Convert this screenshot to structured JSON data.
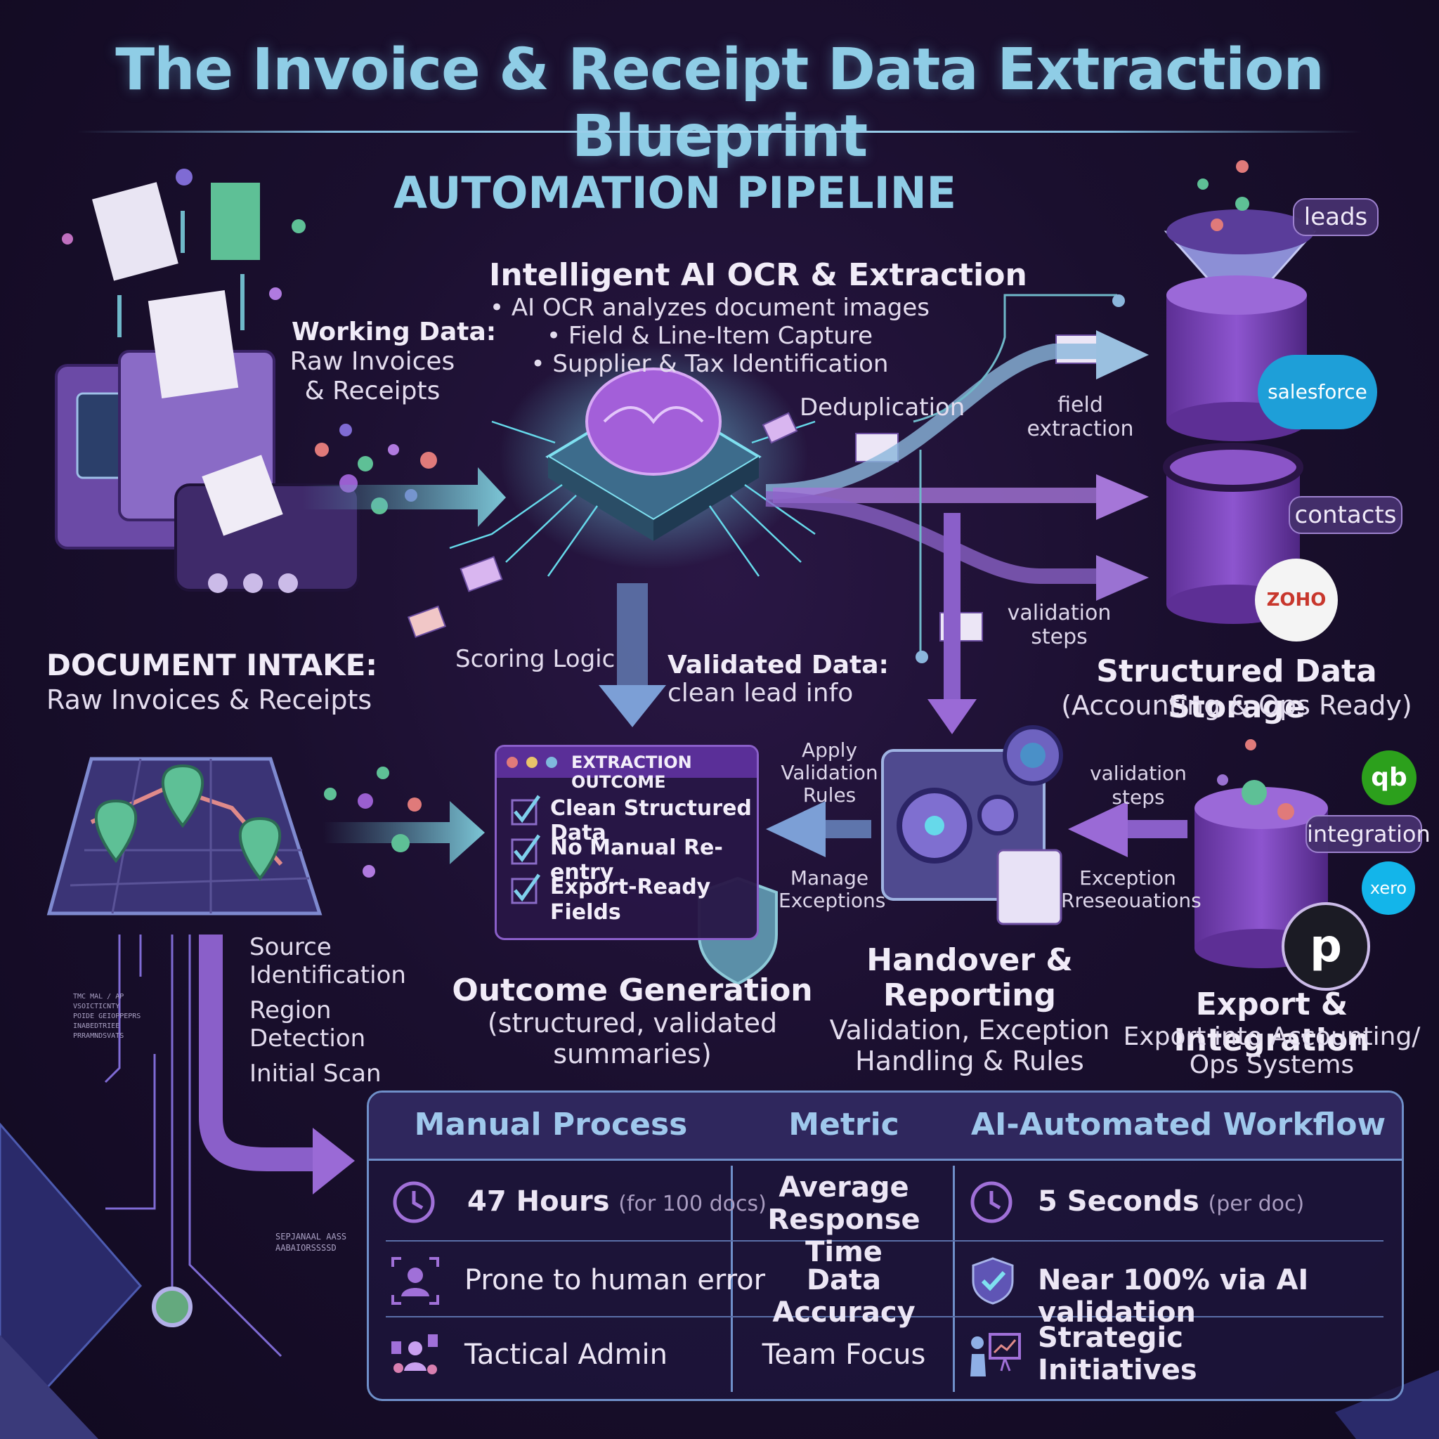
{
  "title": "The Invoice & Receipt Data Extraction Blueprint",
  "subtitle": "AUTOMATION PIPELINE",
  "intake": {
    "working_title": "Working Data:",
    "working_lines": [
      "Raw Invoices",
      "& Receipts"
    ],
    "doc_title": "DOCUMENT INTAKE:",
    "doc_sub": "Raw Invoices & Receipts",
    "steps": [
      "Source",
      "Identification",
      "Region",
      "Detection",
      "Initial Scan"
    ]
  },
  "ocr": {
    "title": "Intelligent AI OCR & Extraction",
    "bullets": [
      "• AI OCR analyzes document images",
      "• Field & Line-Item Capture",
      "• Supplier & Tax Identification"
    ],
    "dedup": "Deduplication",
    "scoring": "Scoring Logic",
    "validated_title": "Validated Data:",
    "validated_sub": "clean lead info"
  },
  "branches": {
    "field_extraction": [
      "field",
      "extraction"
    ],
    "validation_steps": [
      "validation",
      "steps"
    ]
  },
  "storage": {
    "title": "Structured Data Storage",
    "sub": "(Accounting & Ops Ready)",
    "tags": [
      "leads",
      "contacts"
    ],
    "logos": [
      "salesforce",
      "ZOHO"
    ]
  },
  "outcome_panel": {
    "header": "EXTRACTION OUTCOME",
    "items": [
      "Clean Structured Data",
      "No Manual Re-entry",
      "Export-Ready",
      "Fields"
    ]
  },
  "outcome": {
    "title": "Outcome Generation",
    "sub": [
      "(structured, validated",
      "summaries)"
    ]
  },
  "handover": {
    "apply": [
      "Apply",
      "Validation",
      "Rules"
    ],
    "manage": [
      "Manage",
      "Exceptions"
    ],
    "title": [
      "Handover &",
      "Reporting"
    ],
    "sub": [
      "Validation, Exception",
      "Handling & Rules"
    ]
  },
  "export": {
    "validation": [
      "validation",
      "steps"
    ],
    "exception": [
      "Exception",
      "Rreseouations"
    ],
    "integration_tag": "integration",
    "logos": [
      "qb",
      "xero",
      "p"
    ],
    "title": "Export & Integration",
    "sub": [
      "Export into Accounting/",
      "Ops Systems"
    ]
  },
  "fine_print": {
    "left": [
      "TMC MAL / AP",
      "VSOICTICNTY",
      "POIDE GEIOPPEPRS",
      "INABEDTRIEE",
      "PRRAMNDSVATS"
    ],
    "bottom": [
      "SEPJANAAL AASS",
      "AABAIORSSSSD"
    ]
  },
  "comparison": {
    "headers": [
      "Manual Process",
      "Metric",
      "AI-Automated Workflow"
    ],
    "rows": [
      {
        "manual": "47 Hours",
        "manual_note": "(for 100 docs)",
        "metric": [
          "Average",
          "Response Time"
        ],
        "ai": "5 Seconds",
        "ai_note": "(per doc)"
      },
      {
        "manual": "Prone to human error",
        "metric": [
          "Data Accuracy"
        ],
        "ai": "Near 100% via AI validation"
      },
      {
        "manual": "Tactical Admin",
        "metric": [
          "Team Focus"
        ],
        "ai": "Strategic",
        "ai2": "Initiatives"
      }
    ]
  },
  "colors": {
    "title": "#8fcde6",
    "purple": "#8a5fc9",
    "teal": "#6fb8c9",
    "table_border": "#6f8fc9"
  }
}
